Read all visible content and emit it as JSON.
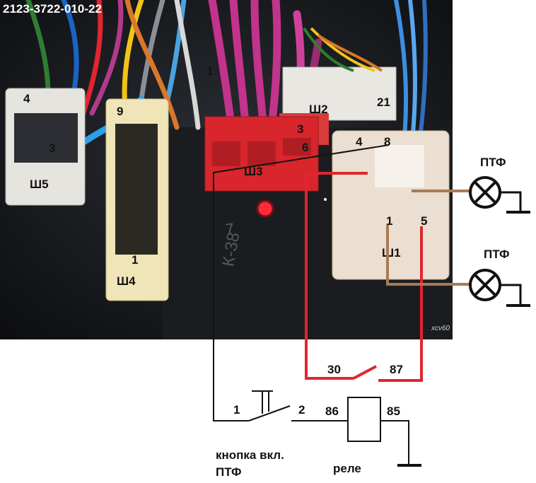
{
  "photo": {
    "part_number": "2123-3722-010-22",
    "watermark": "xcv60",
    "body_marks": [
      "7",
      "К-38"
    ]
  },
  "connectors": {
    "sh5": {
      "name": "Ш5",
      "pins": [
        "4",
        "3"
      ]
    },
    "sh4": {
      "name": "Ш4",
      "pins": [
        "9",
        "1"
      ]
    },
    "sh3": {
      "name": "Ш3",
      "pins": [
        "1"
      ]
    },
    "sh2": {
      "name": "Ш2",
      "pins": [
        "3",
        "6",
        "21"
      ]
    },
    "sh1": {
      "name": "Ш1",
      "pins": [
        "4",
        "8",
        "1",
        "5"
      ]
    }
  },
  "lamps": [
    {
      "label": "ПТФ"
    },
    {
      "label": "ПТФ"
    }
  ],
  "relay": {
    "label": "реле",
    "contact_30": "30",
    "contact_87": "87",
    "coil_86": "86",
    "coil_85": "85"
  },
  "button": {
    "label_line1": "кнопка вкл.",
    "label_line2": "ПТФ",
    "pin1": "1",
    "pin2": "2"
  },
  "colors": {
    "red_wire": "#e0262e",
    "brown_wire": "#a87a55",
    "black_wire": "#111111"
  }
}
